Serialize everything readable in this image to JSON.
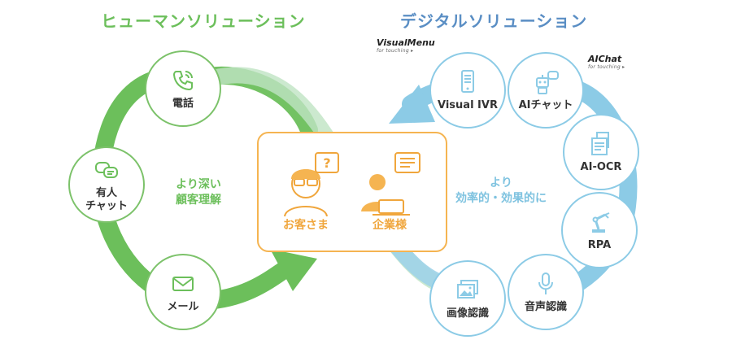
{
  "titles": {
    "human": "ヒューマンソリューション",
    "digital": "デジタルソリューション"
  },
  "colors": {
    "human_green": "#6cbf5b",
    "digital_blue": "#5a8ec4",
    "center_orange": "#f5b451",
    "arrow_blue": "#8ccbe6"
  },
  "human_nodes": [
    {
      "label": "電話",
      "icon": "phone-icon"
    },
    {
      "label": "有人\nチャット",
      "icon": "chat-bubbles-icon"
    },
    {
      "label": "メール",
      "icon": "mail-icon"
    }
  ],
  "digital_nodes": [
    {
      "label": "Visual IVR",
      "icon": "smartphone-icon"
    },
    {
      "label": "AIチャット",
      "icon": "robot-chat-icon"
    },
    {
      "label": "AI-OCR",
      "icon": "document-icon"
    },
    {
      "label": "RPA",
      "icon": "robot-arm-icon"
    },
    {
      "label": "音声認識",
      "icon": "microphone-icon"
    },
    {
      "label": "画像認識",
      "icon": "image-icon"
    }
  ],
  "center": {
    "customer": "お客さま",
    "company": "企業様"
  },
  "human_caption": "より深い\n顧客理解",
  "digital_caption": "より\n効率的・効果的に",
  "brands": {
    "visualmenu": "VisualMenu",
    "visualmenu_sub": "for touching ▸",
    "aichat": "AIChat",
    "aichat_sub": "for touching ▸"
  }
}
